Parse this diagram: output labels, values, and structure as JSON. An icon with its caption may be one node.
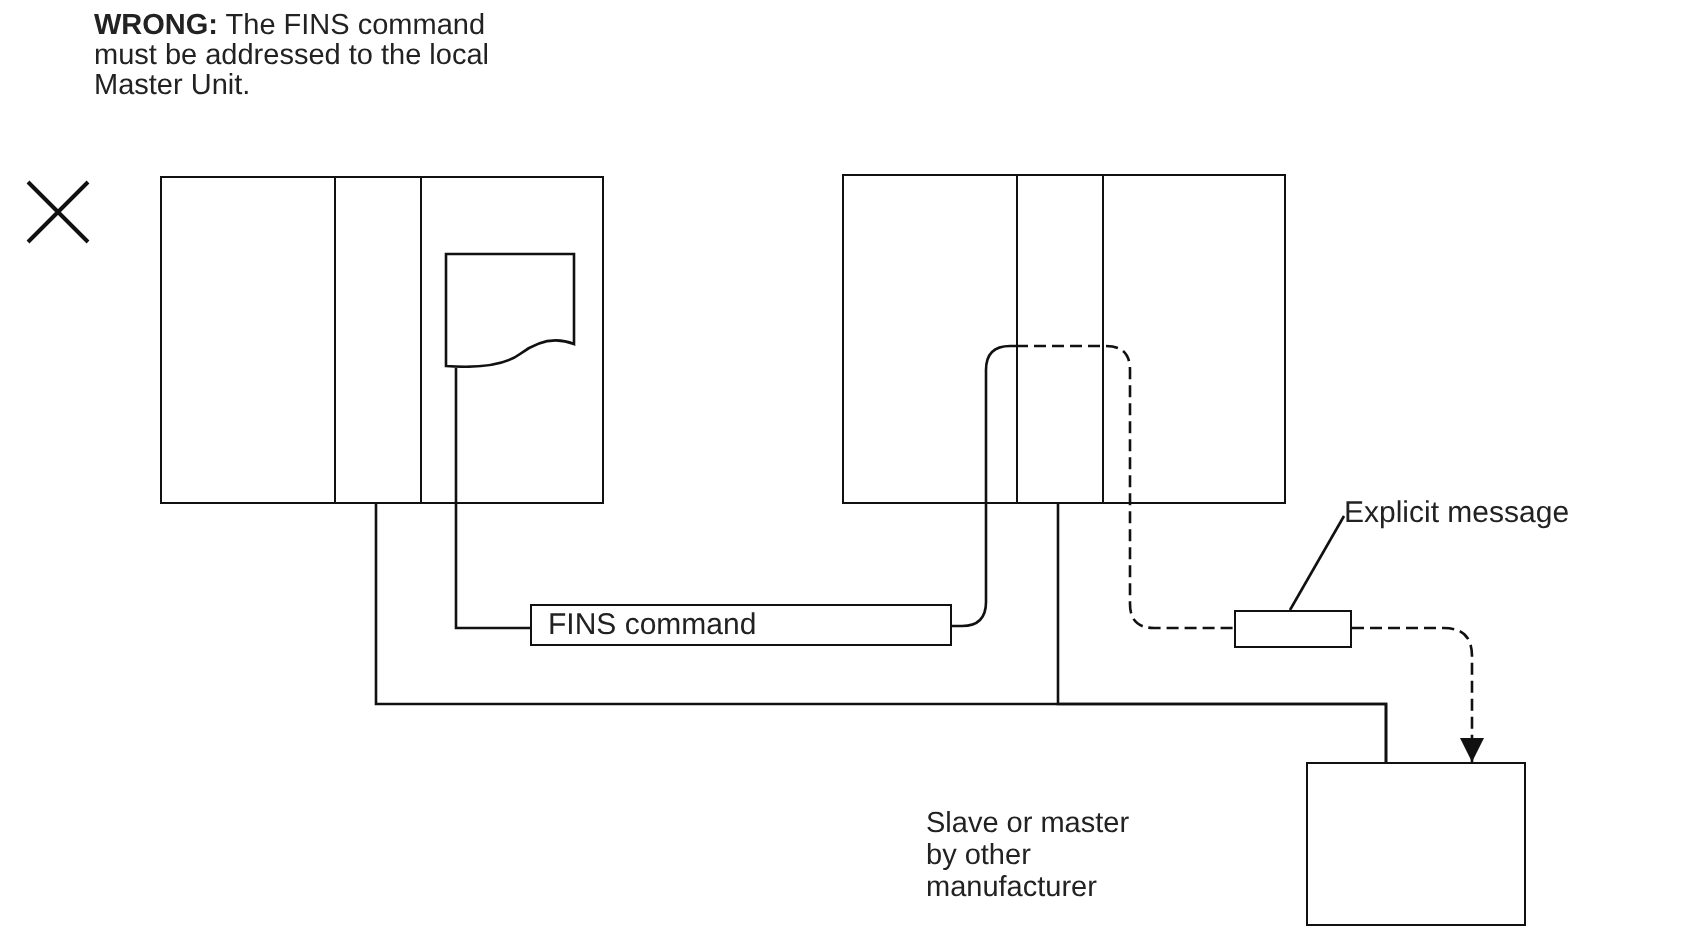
{
  "diagram": {
    "nodes": [
      {
        "text": [],
        "shape": "box"
      },
      {
        "text": [],
        "shape": "box",
        "in": 0
      },
      {
        "text": [],
        "shape": "document",
        "in": 0
      },
      {
        "text": [],
        "shape": "box"
      },
      {
        "text": [],
        "shape": "box",
        "in": 3
      },
      {
        "text": [
          "FINS command"
        ]
      },
      {
        "text": [],
        "shape": "box"
      },
      {
        "text": [
          "Explicit message"
        ]
      },
      {
        "text": [],
        "shape": "box"
      }
    ],
    "edges": [
      {
        "from": 2,
        "to": 5,
        "arrow": "none"
      },
      {
        "from": 5,
        "to": 4,
        "arrow": "none"
      },
      {
        "from": 4,
        "to": 6,
        "arrow": "none",
        "style": "dashed"
      },
      {
        "from": 6,
        "to": 8,
        "arrow": "to",
        "style": "dashed"
      },
      {
        "from": 7,
        "to": 6,
        "arrow": "none"
      },
      {
        "from": 1,
        "to": 8,
        "arrow": "none"
      },
      {
        "from": 4,
        "to": 8,
        "arrow": "none"
      }
    ],
    "labels": [
      "**WRONG:** The FINS command must be addressed to the local Master Unit.",
      "Slave or master by other manufacturer"
    ]
  }
}
